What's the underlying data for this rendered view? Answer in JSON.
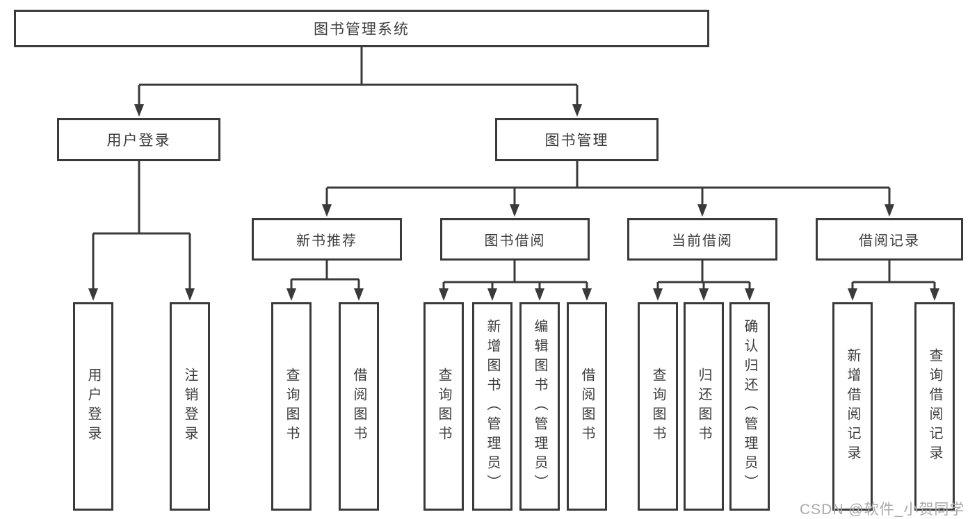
{
  "watermark": "CSDN @软件_小贺同学",
  "colors": {
    "line": "#3a3a3a",
    "text": "#3d3d3d",
    "watermark": "#a9a9a9",
    "background": "#ffffff"
  },
  "tree": {
    "root": {
      "label": "图书管理系统"
    },
    "branches": [
      {
        "label": "用户登录",
        "children": [
          {
            "label": "用户登录"
          },
          {
            "label": "注销登录"
          }
        ]
      },
      {
        "label": "图书管理",
        "children": [
          {
            "label": "新书推荐",
            "children": [
              {
                "label": "查询图书"
              },
              {
                "label": "借阅图书"
              }
            ]
          },
          {
            "label": "图书借阅",
            "children": [
              {
                "label": "查询图书"
              },
              {
                "label": "新增图书（管理员）"
              },
              {
                "label": "编辑图书（管理员）"
              },
              {
                "label": "借阅图书"
              }
            ]
          },
          {
            "label": "当前借阅",
            "children": [
              {
                "label": "查询图书"
              },
              {
                "label": "归还图书"
              },
              {
                "label": "确认归还（管理员）"
              }
            ]
          },
          {
            "label": "借阅记录",
            "children": [
              {
                "label": "新增借阅记录"
              },
              {
                "label": "查询借阅记录"
              }
            ]
          }
        ]
      }
    ]
  }
}
